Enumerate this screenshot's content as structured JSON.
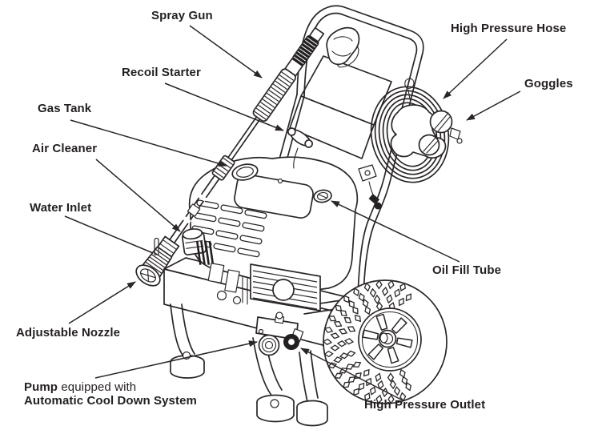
{
  "diagram": {
    "background": "#ffffff",
    "ink_color": "#2a2627",
    "text_color": "#231f20",
    "labels": {
      "spray_gun": "Spray Gun",
      "recoil_starter": "Recoil Starter",
      "gas_tank": "Gas Tank",
      "air_cleaner": "Air Cleaner",
      "water_inlet": "Water Inlet",
      "adjustable_nozzle": "Adjustable Nozzle",
      "pump_bold": "Pump",
      "pump_rest": " equipped with",
      "pump_line2": "Automatic Cool Down System",
      "high_pressure_hose": "High Pressure Hose",
      "goggles": "Goggles",
      "oil_fill_tube": "Oil Fill Tube",
      "high_pressure_outlet": "High Pressure Outlet"
    }
  }
}
